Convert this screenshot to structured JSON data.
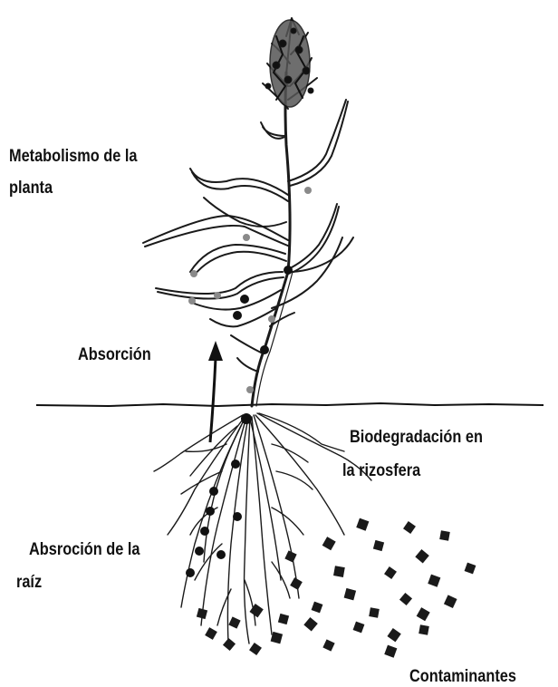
{
  "labels": {
    "plant_metabolism": [
      "Metabolismo de la",
      "planta"
    ],
    "absorption": "Absorción",
    "rhizosphere_biodegradation": [
      "Biodegradación en",
      "la rizosfera"
    ],
    "root_absorption": [
      "Absroción de la",
      "raíz"
    ],
    "contaminants": "Contaminantes"
  },
  "colors": {
    "ink": "#111111",
    "contaminant": "#1a1a1a",
    "leaf_marker": "#8a8a8a"
  }
}
